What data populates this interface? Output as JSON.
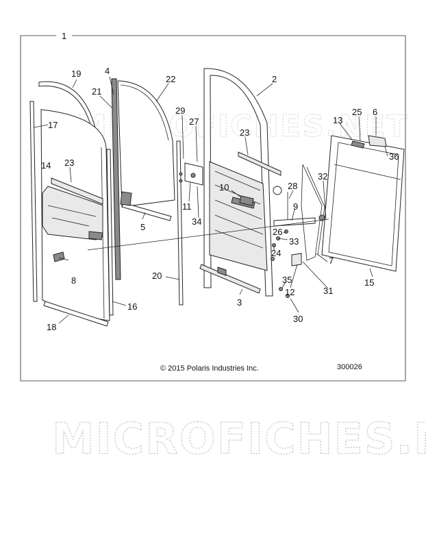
{
  "diagram": {
    "callouts": {
      "c1": "1",
      "c2": "2",
      "c3": "3",
      "c4": "4",
      "c5": "5",
      "c6": "6",
      "c7": "7",
      "c8": "8",
      "c9": "9",
      "c10": "10",
      "c11": "11",
      "c12": "12",
      "c13": "13",
      "c14": "14",
      "c15": "15",
      "c16": "16",
      "c17": "17",
      "c18": "18",
      "c19": "19",
      "c20": "20",
      "c21": "21",
      "c22": "22",
      "c23a": "23",
      "c23b": "23",
      "c24": "24",
      "c25": "25",
      "c26": "26",
      "c27": "27",
      "c28": "28",
      "c29": "29",
      "c30": "30",
      "c31": "31",
      "c32": "32",
      "c33": "33",
      "c34": "34",
      "c35": "35",
      "c36": "36"
    },
    "copyright": "© 2015 Polaris Industries Inc.",
    "figure_number": "300026",
    "watermark": "MICROFICHES.NET"
  }
}
